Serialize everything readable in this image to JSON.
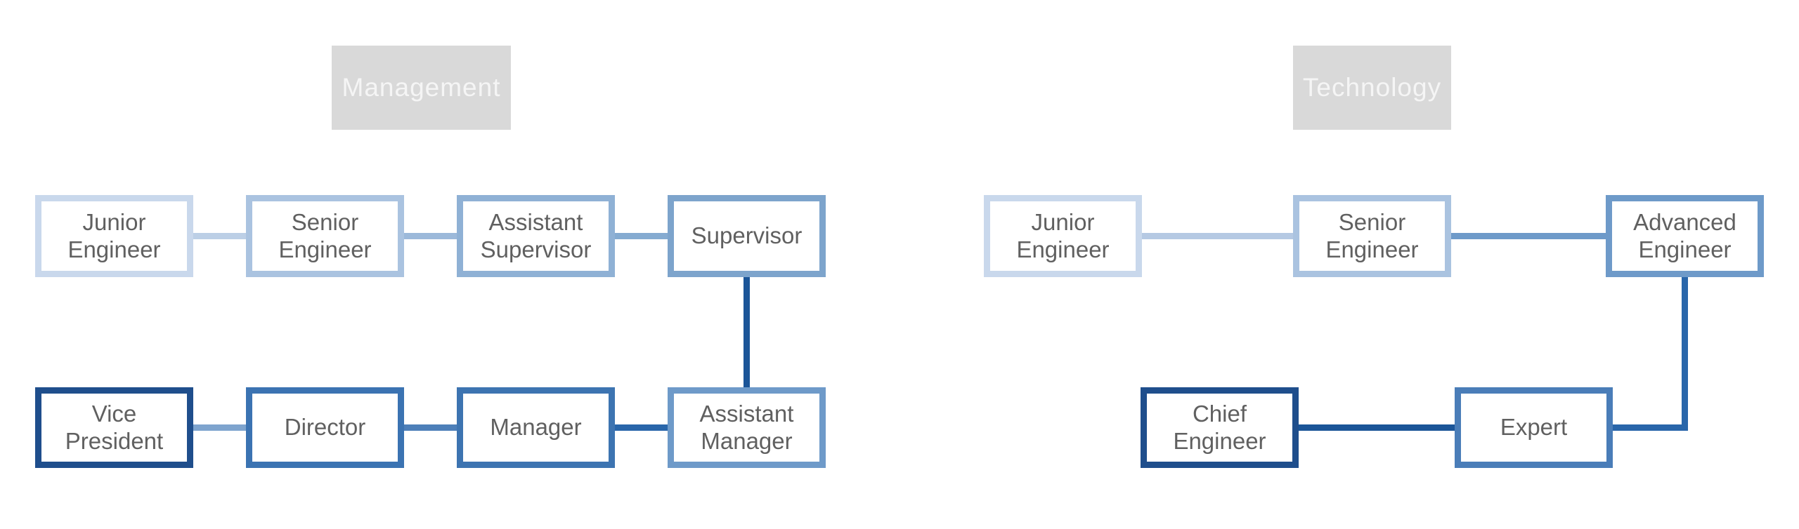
{
  "diagram": {
    "type": "career-path-flow",
    "background_color": "#ffffff",
    "node_text_color": "#606060",
    "node_fill_color": "#ffffff",
    "header_bg_color": "#d9d9d9",
    "header_text_color": "#f5f5f5",
    "sections": [
      {
        "title": "Management",
        "nodes": [
          {
            "label": "Junior Engineer",
            "color": "#c9d8ec"
          },
          {
            "label": "Senior Engineer",
            "color": "#aac3e0"
          },
          {
            "label": "Assistant Supervisor",
            "color": "#8fb1d5"
          },
          {
            "label": "Supervisor",
            "color": "#7da4cc"
          },
          {
            "label": "Assistant Manager",
            "color": "#6e9ac9"
          },
          {
            "label": "Manager",
            "color": "#3d74b1"
          },
          {
            "label": "Director",
            "color": "#3b73b2"
          },
          {
            "label": "Vice President",
            "color": "#1f4e8c"
          }
        ],
        "connectors": [
          {
            "from": "Junior Engineer",
            "to": "Senior Engineer",
            "color": "#bccfe6"
          },
          {
            "from": "Senior Engineer",
            "to": "Assistant Supervisor",
            "color": "#9cb9da"
          },
          {
            "from": "Assistant Supervisor",
            "to": "Supervisor",
            "color": "#85abd1"
          },
          {
            "from": "Supervisor",
            "to": "Assistant Manager",
            "color": "#1b5598"
          },
          {
            "from": "Assistant Manager",
            "to": "Manager",
            "color": "#2966aa"
          },
          {
            "from": "Manager",
            "to": "Director",
            "color": "#4d7fb9"
          },
          {
            "from": "Director",
            "to": "Vice President",
            "color": "#7ea4ce"
          }
        ]
      },
      {
        "title": "Technology",
        "nodes": [
          {
            "label": "Junior Engineer",
            "color": "#c9d8ec"
          },
          {
            "label": "Senior Engineer",
            "color": "#aac3e0"
          },
          {
            "label": "Advanced Engineer",
            "color": "#6e9ac9"
          },
          {
            "label": "Expert",
            "color": "#4a7db8"
          },
          {
            "label": "Chief Engineer",
            "color": "#1f4e8c"
          }
        ],
        "connectors": [
          {
            "from": "Junior Engineer",
            "to": "Senior Engineer",
            "color": "#b5c9e3"
          },
          {
            "from": "Senior Engineer",
            "to": "Advanced Engineer",
            "color": "#6e9ac9"
          },
          {
            "from": "Advanced Engineer",
            "to": "Expert",
            "color": "#2966aa"
          },
          {
            "from": "Expert",
            "to": "Chief Engineer",
            "color": "#1b5598"
          }
        ]
      }
    ]
  }
}
